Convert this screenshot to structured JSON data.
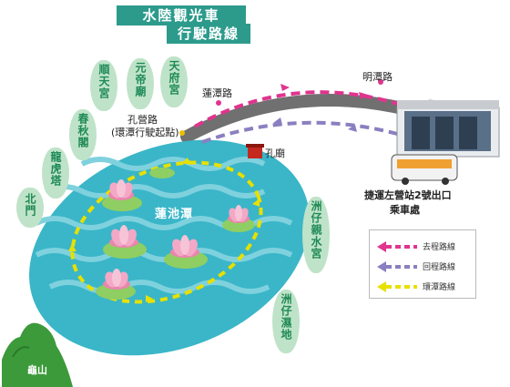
{
  "title": {
    "line1": "水陸觀光車",
    "line2": "行駛路線"
  },
  "temples": [
    {
      "name": "順天宮"
    },
    {
      "name": "元帝廟"
    },
    {
      "name": "天府宮"
    },
    {
      "name": "春秋閣"
    },
    {
      "name": "龍虎塔"
    },
    {
      "name": "北門"
    },
    {
      "name": "洲仔親水宮"
    },
    {
      "name": "洲仔濕地"
    }
  ],
  "stops": {
    "lianchi_road": "蓮潭路",
    "mingtan_road": "明潭路",
    "kongmeng_road_1": "孔營路",
    "kongmeng_road_2": "(環潭行駛起點)",
    "confucius_temple": "孔廟",
    "mrt_exit_1": "捷運左營站2號出口",
    "mrt_exit_2": "乘車處",
    "lake_name": "蓮池潭",
    "turtle_mountain": "龜山"
  },
  "legend": [
    {
      "label": "去程路線",
      "color": "#e0348e"
    },
    {
      "label": "回程路線",
      "color": "#8a7fc0"
    },
    {
      "label": "環潭路線",
      "color": "#e8e000"
    }
  ],
  "colors": {
    "lake": "#3ab6c8",
    "title_bg": "#2d9b8c",
    "outbound": "#e0348e",
    "return": "#8a7fc0",
    "loop": "#e8e000"
  }
}
